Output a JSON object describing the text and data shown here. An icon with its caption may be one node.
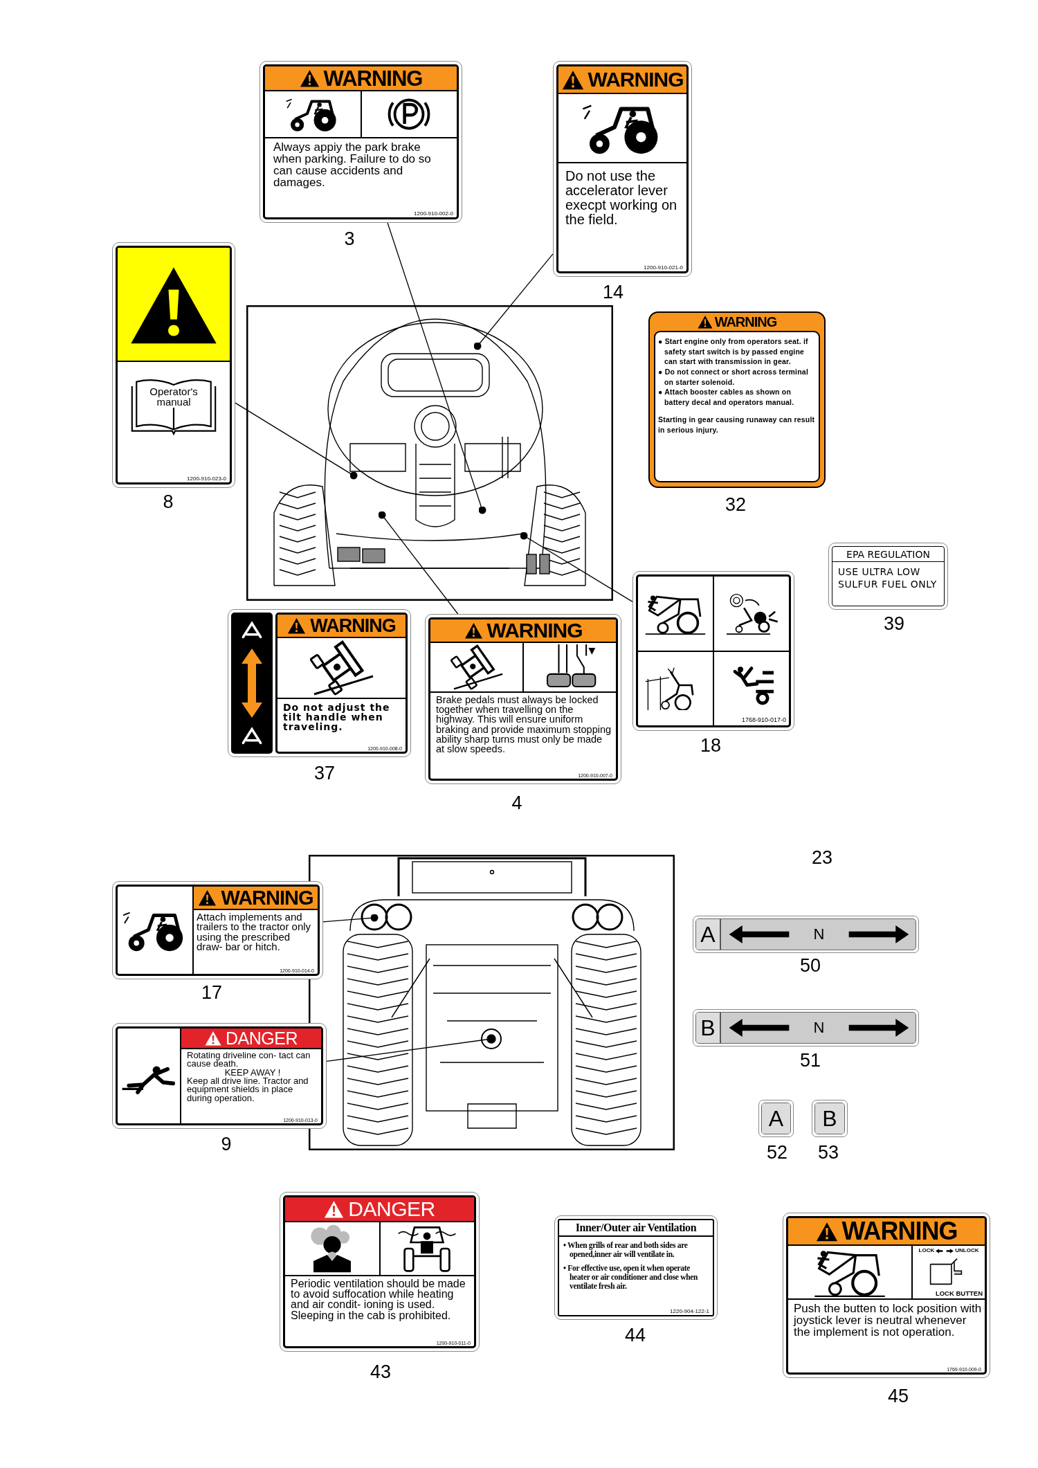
{
  "diagram": {
    "nodes": [
      {
        "text": [
          "WARNING",
          "Always appiy the park brake when parking. Failure to do so can cause accidents and damages.",
          "1200-910-002-0"
        ],
        "beside": [
          "3"
        ]
      },
      {
        "text": [
          "WARNING",
          "Do not use the accelerator lever execpt working on the field.",
          "1200-910-021-0"
        ],
        "beside": [
          "14"
        ]
      },
      {
        "text": [
          "Operator's manual",
          "1200-910-023-0"
        ],
        "beside": [
          "8"
        ]
      },
      {
        "text": [
          "WARNING",
          "● Start engine only from operators seat. if safety start switch is by passed engine can start with transmission in gear.",
          "● Do not connect or short across terminal on starter solenoid.",
          "● Attach booster cables as shown on battery decal and operators manual.",
          "Starting in gear causing runaway can result in serious injury."
        ],
        "beside": [
          "32"
        ]
      },
      {
        "text": [
          "EPA REGULATION",
          "USE ULTRA LOW SULFUR FUEL ONLY"
        ],
        "beside": [
          "39"
        ]
      },
      {
        "text": [
          "WARNING",
          "Do not adjust the tilt handle when traveling.",
          "1200-910-008-0"
        ],
        "beside": [
          "37"
        ]
      },
      {
        "text": [
          "WARNING",
          "Brake pedals must always be locked together when travelling on the highway. This will ensure uniform braking and provide maximum stopping ability sharp turns must only be made at slow speeds.",
          "1200-910-007-0"
        ],
        "beside": [
          "4"
        ]
      },
      {
        "text": [
          "1768-910-017-0"
        ],
        "beside": [
          "18"
        ]
      },
      {
        "text": [
          "WARNING",
          "Attach implements and trailers to the tractor only using the prescribed draw- bar or hitch.",
          "1200-910-014-0"
        ],
        "beside": [
          "17"
        ]
      },
      {
        "text": [
          "DANGER",
          "Rotating driveline con- tact can cause death.",
          "KEEP AWAY !",
          "Keep all drive line. Tractor and equipment shields in place during operation.",
          "1200-910-013-0"
        ],
        "beside": [
          "9"
        ]
      },
      {
        "text": [
          "A",
          "N"
        ],
        "beside": [
          "50"
        ]
      },
      {
        "text": [
          "B",
          "N"
        ],
        "beside": [
          "51"
        ]
      },
      {
        "text": [
          "A"
        ],
        "beside": [
          "52"
        ]
      },
      {
        "text": [
          "B"
        ],
        "beside": [
          "53"
        ]
      },
      {
        "text": [
          "DANGER",
          "Periodic ventilation should be made to avoid suffocation while heating and air condit- ioning is used. Sleeping in the cab is prohibited.",
          "1200-910-011-0"
        ],
        "beside": [
          "43"
        ]
      },
      {
        "text": [
          "Inner/Outer air Ventilation",
          "• When grills of rear and both sides are opened,inner air will ventilate in.",
          "• For effective use, open it when operate heater or air conditioner and close when ventilate fresh air.",
          "1220-904-122-1"
        ],
        "beside": [
          "44"
        ]
      },
      {
        "text": [
          "WARNING",
          "LOCK",
          "UNLOCK",
          "LOCK BUTTEN",
          "Push the butten to lock position with joystick lever is neutral whenever the implement is not operation.",
          "1769-910-009-0"
        ],
        "beside": [
          "45"
        ]
      }
    ],
    "edges": [
      {
        "from": 0,
        "to": null,
        "arrow": "other"
      },
      {
        "from": 1,
        "to": null,
        "arrow": "other"
      },
      {
        "from": 2,
        "to": null,
        "arrow": "other"
      },
      {
        "from": 6,
        "to": null,
        "arrow": "other"
      },
      {
        "from": 7,
        "to": null,
        "arrow": "other"
      },
      {
        "from": 8,
        "to": null,
        "arrow": "other"
      },
      {
        "from": 9,
        "to": null,
        "arrow": "other"
      }
    ],
    "labels": [
      "23"
    ]
  }
}
